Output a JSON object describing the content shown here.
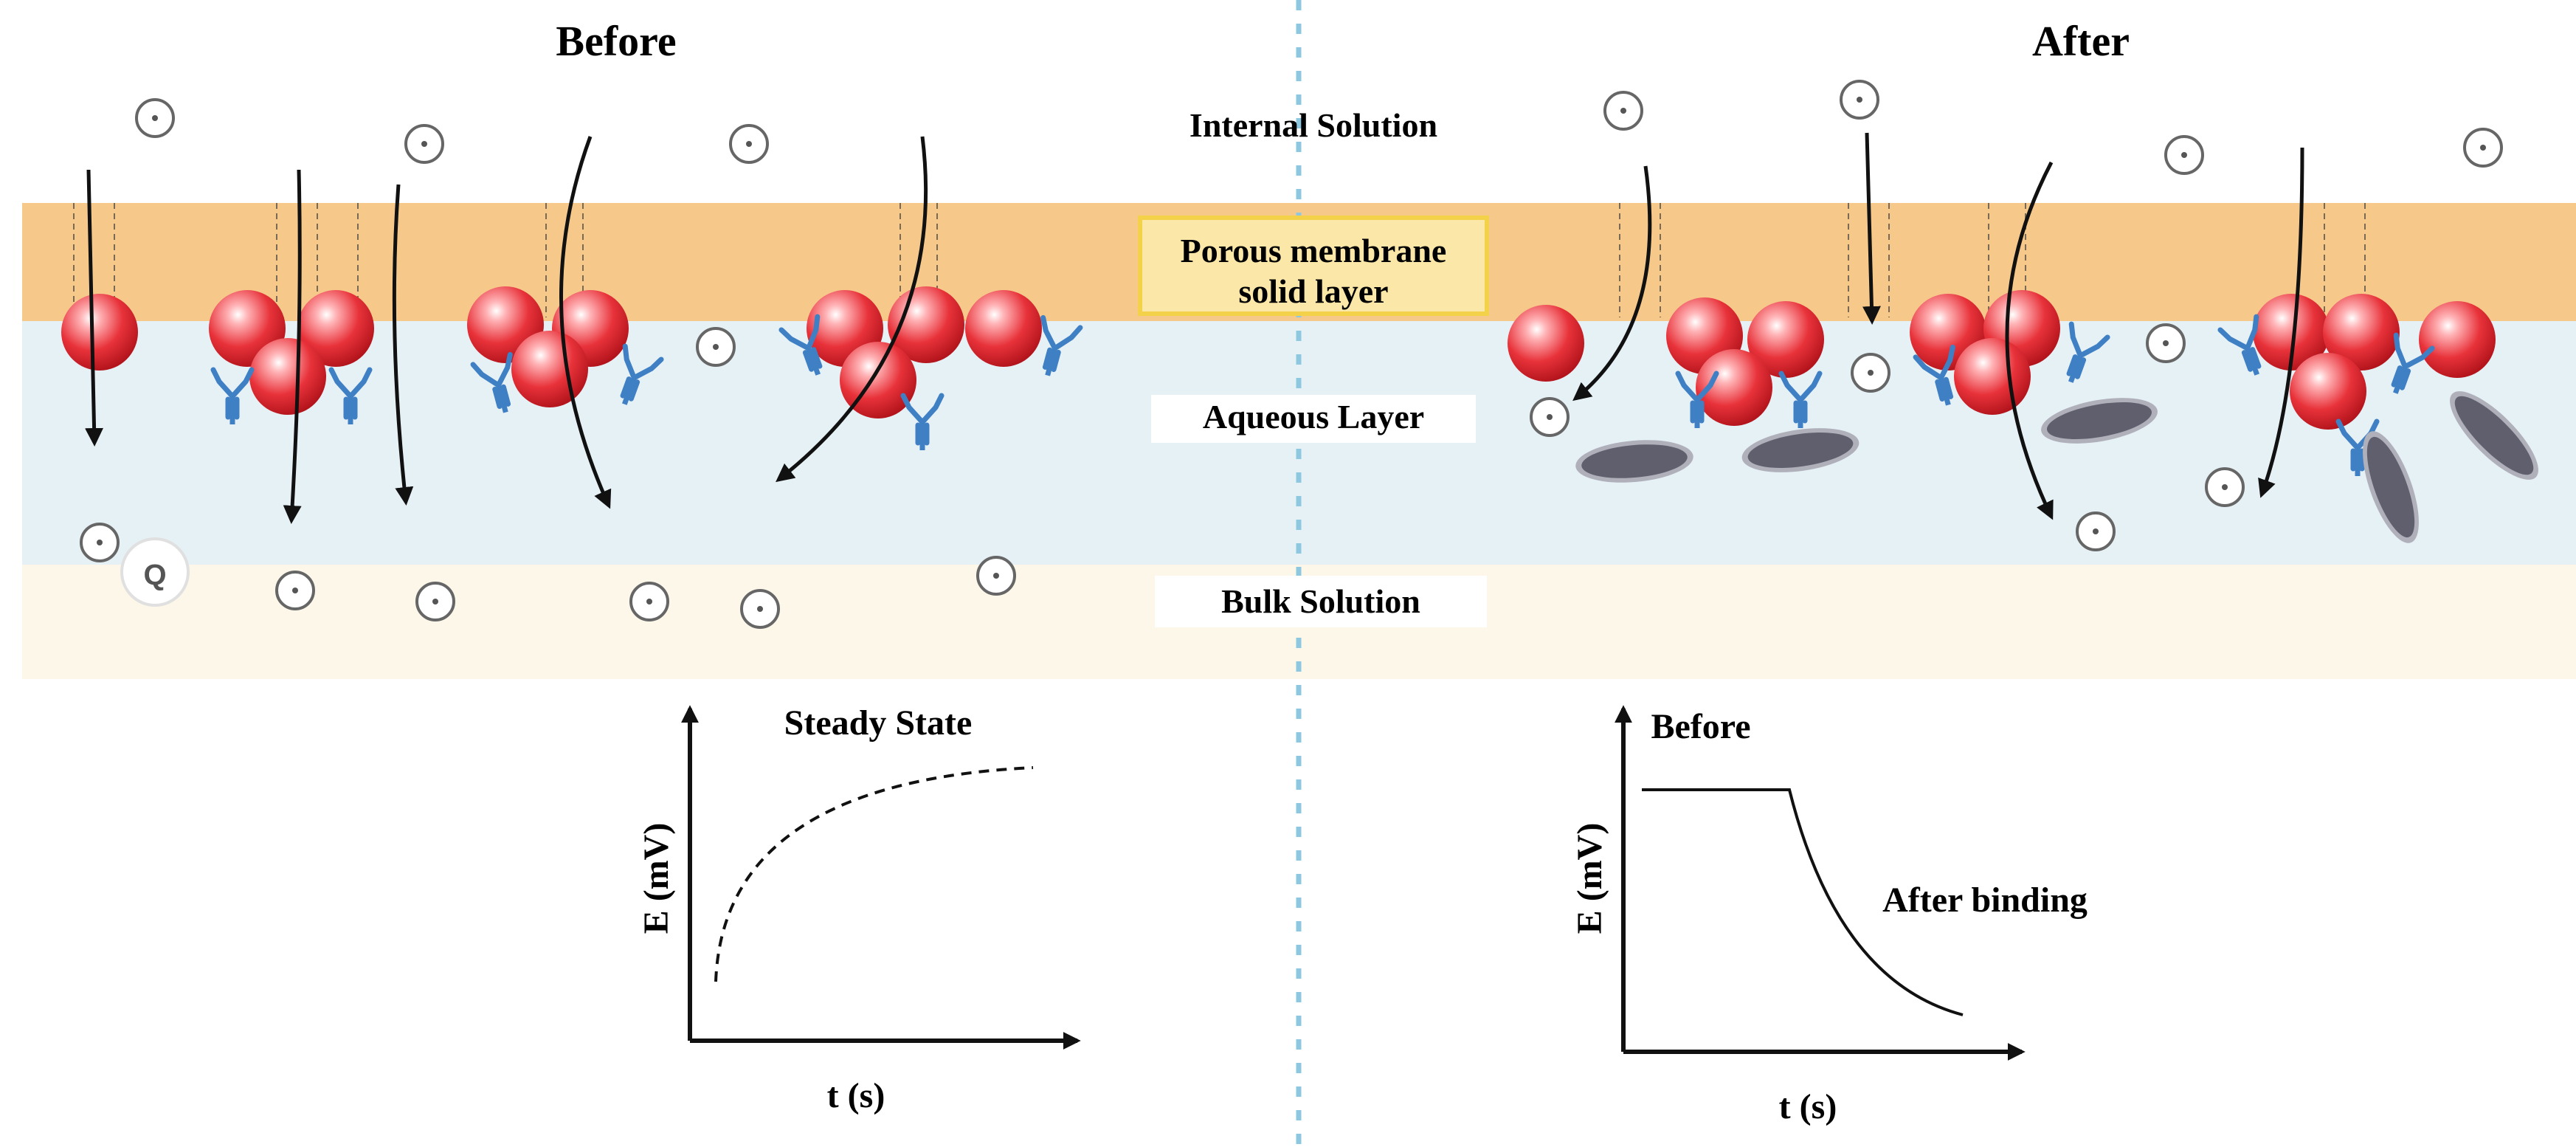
{
  "panels": {
    "before_title": "Before",
    "after_title": "After"
  },
  "layers": {
    "internal": "Internal Solution",
    "membrane_line1": "Porous membrane",
    "membrane_line2": "solid layer",
    "aqueous": "Aqueous Layer",
    "bulk": "Bulk Solution"
  },
  "particles": {
    "ion_symbol": "·",
    "q_label": "Q"
  },
  "graphs": {
    "left": {
      "ylabel": "E (mV)",
      "xlabel": "t (s)",
      "annotation": "Steady State"
    },
    "right": {
      "ylabel": "E (mV)",
      "xlabel": "t (s)",
      "annotation_top": "Before",
      "annotation_curve": "After binding"
    }
  },
  "colors": {
    "membrane": "#f6c98a",
    "aqueous": "#e6f1f6",
    "bulk": "#fcf7e8",
    "sphere": "#e8323a",
    "antibody": "#3f7fc4",
    "bacteria": "#5f5f6e",
    "divider": "#8ec8e0"
  }
}
